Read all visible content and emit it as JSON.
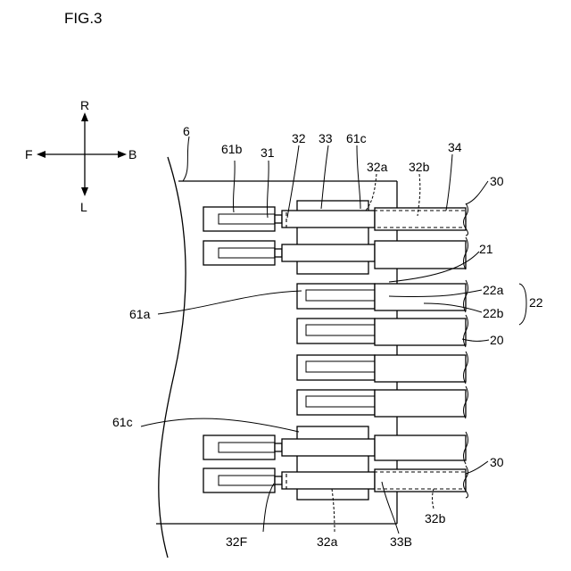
{
  "figure_title": "FIG.3",
  "directions": {
    "R": "R",
    "L": "L",
    "F": "F",
    "B": "B"
  },
  "labels": {
    "l6": "6",
    "l61b": "61b",
    "l31": "31",
    "l32": "32",
    "l33": "33",
    "l61c_top": "61c",
    "l32a_top": "32a",
    "l32b_top": "32b",
    "l34": "34",
    "l30_top": "30",
    "l21": "21",
    "l22a": "22a",
    "l22b": "22b",
    "l22": "22",
    "l61a": "61a",
    "l20": "20",
    "l61c_bottom": "61c",
    "l30_bottom": "30",
    "l32F": "32F",
    "l32a_bottom": "32a",
    "l33B": "33B",
    "l32b_bottom": "32b"
  }
}
